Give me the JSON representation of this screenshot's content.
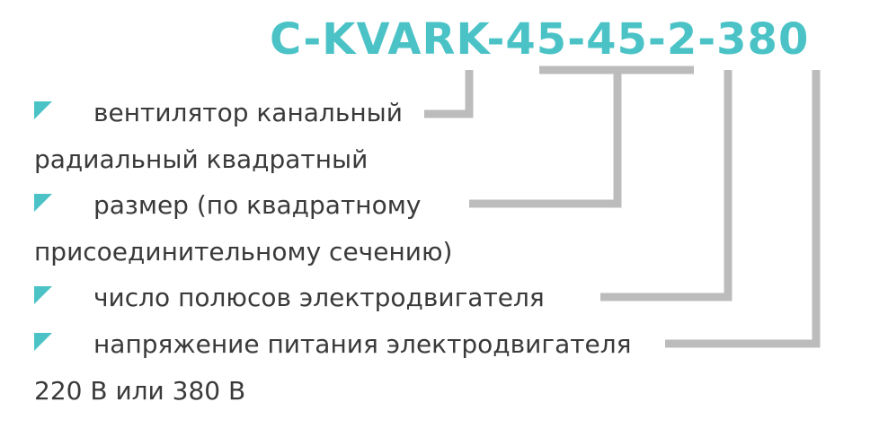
{
  "title": "C-KVARK-45-45-2-380",
  "accent_color": "#4bc3c6",
  "connector_color": "#bcbcbc",
  "text_color": "#3a3a3a",
  "items": [
    {
      "marker": "triangle-marker-icon",
      "text": "вентилятор канальный"
    },
    {
      "marker": null,
      "text": "радиальный квадратный"
    },
    {
      "marker": "triangle-marker-icon",
      "text": "размер (по квадратному"
    },
    {
      "marker": null,
      "text": "присоединительному сечению)"
    },
    {
      "marker": "triangle-marker-icon",
      "text": "число полюсов электродвигателя"
    },
    {
      "marker": "triangle-marker-icon",
      "text": "напряжение питания электродвигателя"
    },
    {
      "marker": null,
      "text": "220 В или 380 В"
    }
  ]
}
